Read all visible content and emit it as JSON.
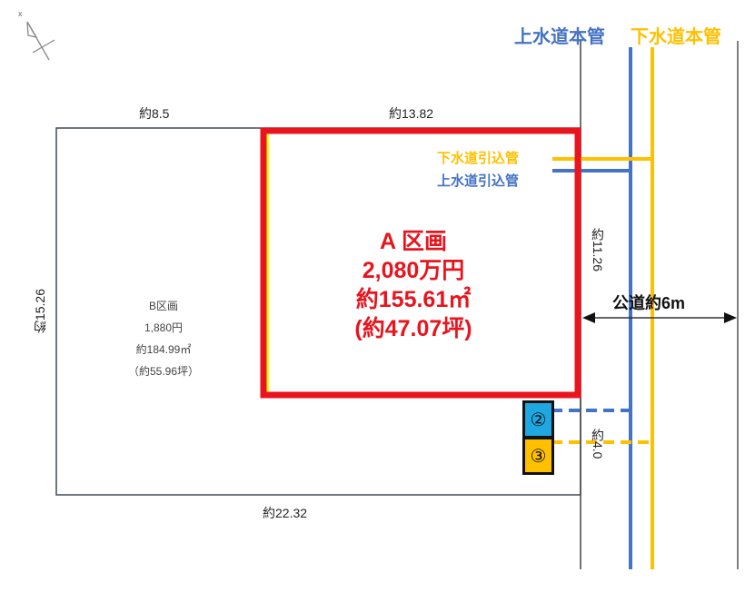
{
  "compass": {
    "label": "N"
  },
  "legend": {
    "water_main": "上水道本管",
    "sewer_main": "下水道本管"
  },
  "branches": {
    "sewer_branch": "下水道引込管",
    "water_branch": "上水道引込管"
  },
  "dimensions": {
    "top_left": "約8.5",
    "top_right": "約13.82",
    "left": "約15.26",
    "right_a": "約11.26",
    "right_lower": "約4.0",
    "bottom": "約22.32"
  },
  "lot_a": {
    "name": "A 区画",
    "price": "2,080万円",
    "area_sqm": "約155.61㎡",
    "area_tsubo": "(約47.07坪)"
  },
  "lot_b": {
    "name": "B区画",
    "price": "1,880円",
    "area_sqm": "約184.99㎡",
    "area_tsubo": "（約55.96坪）"
  },
  "road": {
    "label": "公道約6m"
  },
  "meters": [
    {
      "label": "②",
      "color": "#1ea7e1"
    },
    {
      "label": "③",
      "color": "#ffc000"
    }
  ],
  "colors": {
    "red": "#e8141e",
    "blue": "#4472c4",
    "yellow": "#ffc000",
    "highlight": "#ffff00"
  }
}
